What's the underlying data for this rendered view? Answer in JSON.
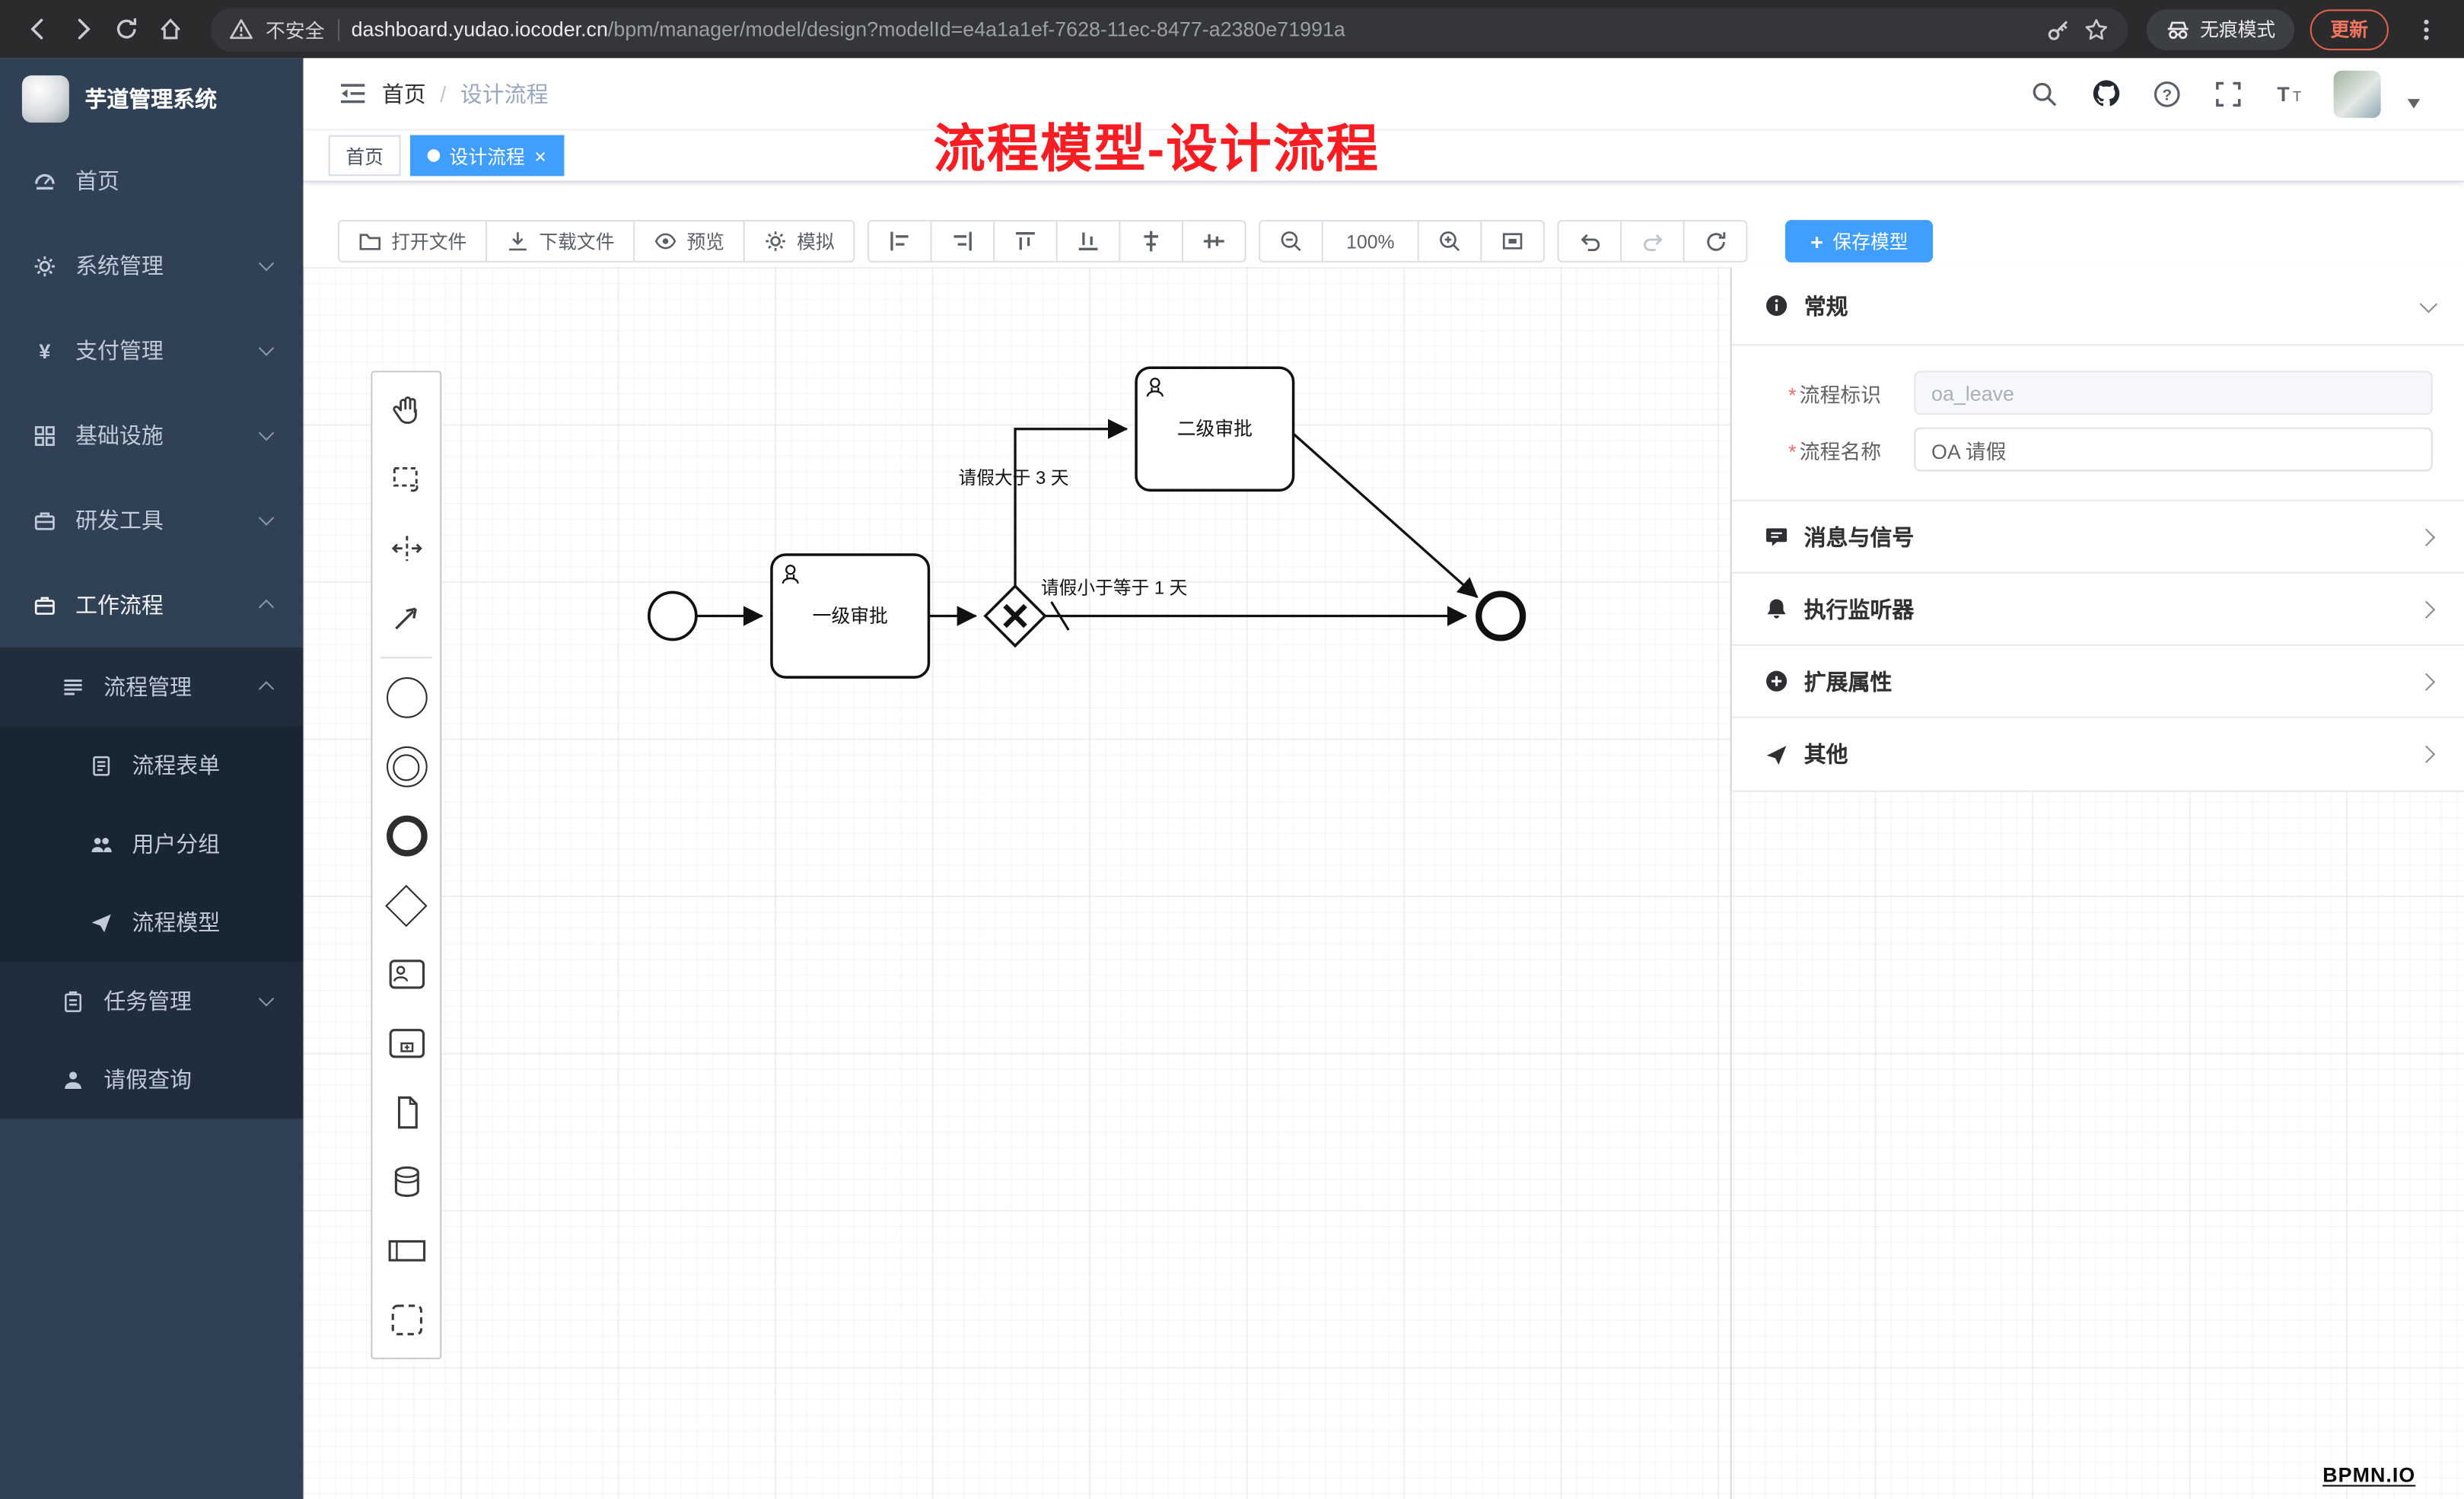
{
  "browser": {
    "security_label": "不安全",
    "url_domain": "dashboard.yudao.iocoder.cn",
    "url_path": "/bpm/manager/model/design?modelId=e4a1a1ef-7628-11ec-8477-a2380e71991a",
    "incognito_label": "无痕模式",
    "update_label": "更新"
  },
  "sidebar": {
    "logo_title": "芋道管理系统",
    "items": [
      {
        "label": "首页",
        "icon": "dashboard-icon"
      },
      {
        "label": "系统管理",
        "icon": "gear-icon"
      },
      {
        "label": "支付管理",
        "icon": "yen-icon"
      },
      {
        "label": "基础设施",
        "icon": "infrastructure-icon"
      },
      {
        "label": "研发工具",
        "icon": "toolbox-icon"
      },
      {
        "label": "工作流程",
        "icon": "briefcase-icon"
      },
      {
        "label": "流程管理",
        "icon": "blinds-icon"
      },
      {
        "label": "流程表单",
        "icon": "document-icon"
      },
      {
        "label": "用户分组",
        "icon": "users-icon"
      },
      {
        "label": "流程模型",
        "icon": "paper-plane-icon"
      },
      {
        "label": "任务管理",
        "icon": "clipboard-icon"
      },
      {
        "label": "请假查询",
        "icon": "person-icon"
      }
    ]
  },
  "header": {
    "breadcrumb_home": "首页",
    "breadcrumb_separator": "/",
    "breadcrumb_current": "设计流程"
  },
  "tabs": {
    "home": "首页",
    "current": "设计流程",
    "close": "×"
  },
  "annotation": {
    "text": "流程模型-设计流程",
    "color": "#f81d22"
  },
  "toolbar": {
    "open_file": "打开文件",
    "download_file": "下载文件",
    "preview": "预览",
    "simulate": "模拟",
    "zoom_level": "100%",
    "save_model": "保存模型",
    "save_plus": "+"
  },
  "diagram": {
    "task_level1": "一级审批",
    "task_level2": "二级审批",
    "condition_gt3": "请假大于 3 天",
    "condition_lte1": "请假小于等于 1 天"
  },
  "properties": {
    "general": {
      "title": "常规",
      "process_key_label": "流程标识",
      "process_key_value": "oa_leave",
      "process_name_label": "流程名称",
      "process_name_value": "OA 请假"
    },
    "sections": [
      {
        "label": "消息与信号",
        "icon": "comment-icon"
      },
      {
        "label": "执行监听器",
        "icon": "bell-icon"
      },
      {
        "label": "扩展属性",
        "icon": "plus-circle-icon"
      },
      {
        "label": "其他",
        "icon": "send-icon"
      }
    ]
  },
  "watermark": "BPMN.IO",
  "colors": {
    "accent": "#409eff",
    "annotation_red": "#f81d22",
    "sidebar_bg": "#304156"
  }
}
